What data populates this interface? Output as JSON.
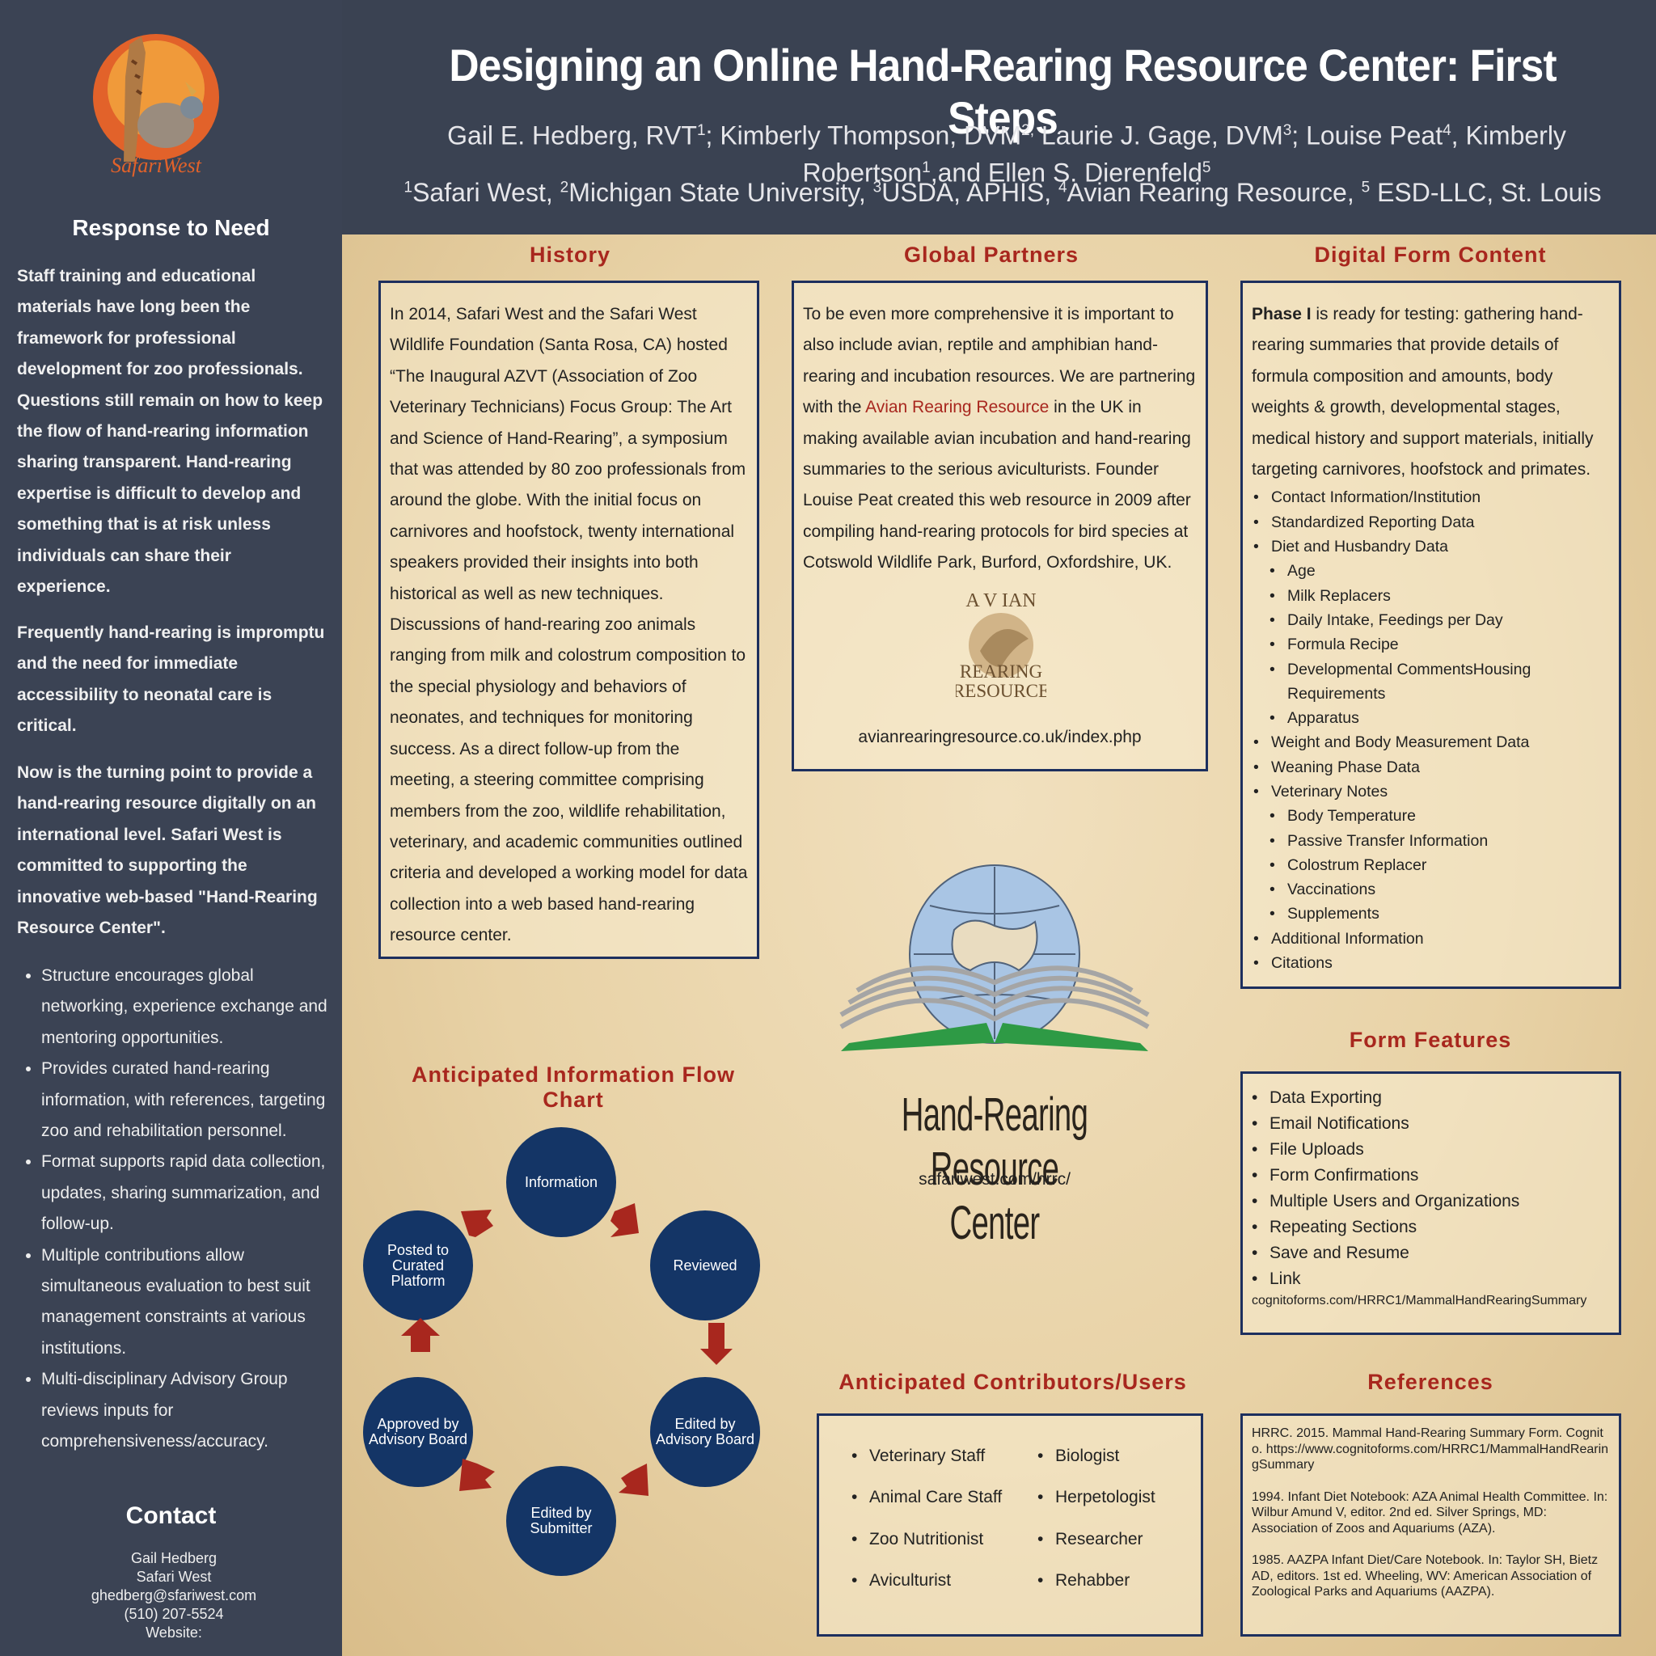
{
  "header": {
    "title": "Designing an Online Hand-Rearing Resource Center: First Steps",
    "authors_line1_a": "Gail E. Hedberg, RVT",
    "authors_line1_b": "; Kimberly Thompson, DVM",
    "authors_line1_c": " Laurie J. Gage, DVM",
    "authors_line1_d": "; Louise Peat",
    "authors_line1_e": ", Kimberly",
    "authors_line2_a": "Robertson",
    "authors_line2_b": ",and Ellen S. Dierenfeld",
    "sup": [
      "1",
      "2,",
      "3",
      "4",
      "1",
      "5"
    ],
    "affiliations": [
      {
        "num": "1",
        "text": "Safari West,  "
      },
      {
        "num": "2",
        "text": "Michigan State University, "
      },
      {
        "num": "3",
        "text": "USDA, APHIS, "
      },
      {
        "num": "4",
        "text": "Avian Rearing Resource, "
      },
      {
        "num": "5",
        "text": " ESD-LLC, St. Louis"
      }
    ]
  },
  "logo": {
    "text": "SafariWest"
  },
  "sidebar": {
    "heading": "Response to Need",
    "paragraphs": [
      "Staff training and educational materials have long been the framework for professional development for zoo professionals. Questions still remain on how to keep the flow of hand-rearing information sharing transparent. Hand-rearing expertise is difficult to develop and something that is at risk unless individuals can share their experience.",
      "Frequently hand-rearing is impromptu and the need for immediate accessibility to neonatal care is critical.",
      "Now is the turning point to provide a hand-rearing resource digitally on an international level.  Safari West is committed to supporting the innovative web-based \"Hand-Rearing Resource Center\"."
    ],
    "bullets": [
      "Structure encourages global networking, experience exchange and mentoring opportunities.",
      "Provides curated hand-rearing information, with references, targeting zoo and rehabilitation personnel.",
      "Format supports rapid data collection, updates, sharing summarization, and follow-up.",
      "Multiple contributions allow simultaneous evaluation to best suit management constraints at various institutions.",
      "Multi-disciplinary Advisory Group reviews inputs for comprehensiveness/accuracy."
    ],
    "contact_heading": "Contact",
    "contact_lines": [
      "Gail Hedberg",
      "Safari West",
      "ghedberg@sfariwest.com",
      "(510) 207-5524",
      "Website:"
    ]
  },
  "history": {
    "heading": "History",
    "text": "In 2014, Safari West and the Safari West Wildlife Foundation (Santa Rosa, CA) hosted “The Inaugural AZVT (Association of Zoo Veterinary Technicians) Focus Group: The Art and Science of Hand-Rearing”,  a symposium that was attended by 80 zoo professionals from around the globe. With the initial focus on carnivores and hoofstock, twenty international speakers provided their insights into both historical as well as new techniques.  Discussions  of hand-rearing zoo animals ranging from milk and colostrum composition to the special physiology and behaviors of neonates, and techniques for monitoring success.  As a direct follow-up from the meeting, a steering committee comprising members from the zoo, wildlife rehabilitation, veterinary, and academic communities outlined criteria and developed a working model for data collection into a web based hand-rearing resource center."
  },
  "partners": {
    "heading": "Global  Partners",
    "text_a": "To be even more comprehensive it is important to also include avian, reptile and amphibian hand-rearing and incubation resources.  We are partnering with the ",
    "link": "Avian Rearing Resource",
    "text_b": " in the UK in making available avian incubation and hand-rearing summaries to the serious aviculturists.  Founder Louise Peat  created this web resource in 2009 after compiling hand-rearing protocols for bird species at Cotswold Wildlife Park, Burford, Oxfordshire, UK.",
    "logo_top": "A V IAN",
    "logo_mid": "REARING",
    "logo_bot": "RESOURCE",
    "url": "avianrearingresource.co.uk/index.php"
  },
  "digital": {
    "heading": "Digital Form Content",
    "lead_bold": "Phase I",
    "lead": " is ready for testing: gathering hand-rearing summaries that provide details of formula composition and amounts, body weights & growth, developmental stages, medical history and support materials, initially targeting carnivores, hoofstock and primates.",
    "items": [
      {
        "t": "Contact Information/Institution",
        "sub": false
      },
      {
        "t": "Standardized Reporting Data",
        "sub": false
      },
      {
        "t": "Diet and Husbandry Data",
        "sub": false
      },
      {
        "t": "Age",
        "sub": true
      },
      {
        "t": "Milk Replacers",
        "sub": true
      },
      {
        "t": "Daily Intake, Feedings per Day",
        "sub": true
      },
      {
        "t": "Formula Recipe",
        "sub": true
      },
      {
        "t": "Developmental CommentsHousing Requirements",
        "sub": true
      },
      {
        "t": "Apparatus",
        "sub": true
      },
      {
        "t": "Weight and Body Measurement Data",
        "sub": false
      },
      {
        "t": "Weaning Phase Data",
        "sub": false
      },
      {
        "t": "Veterinary Notes",
        "sub": false
      },
      {
        "t": "Body Temperature",
        "sub": true
      },
      {
        "t": "Passive Transfer Information",
        "sub": true
      },
      {
        "t": "Colostrum Replacer",
        "sub": true
      },
      {
        "t": "Vaccinations",
        "sub": true
      },
      {
        "t": "Supplements",
        "sub": true
      },
      {
        "t": "Additional Information",
        "sub": false
      },
      {
        "t": "Citations",
        "sub": false
      }
    ]
  },
  "flow": {
    "heading": "Anticipated Information Flow Chart",
    "nodes": [
      "Information",
      "Reviewed",
      "Edited by Advisory Board",
      "Edited by Submitter",
      "Approved by Advisory Board",
      "Posted to Curated Platform"
    ]
  },
  "hrrc": {
    "title": "Hand-Rearing Resource Center",
    "url": "safariwest.com/hrrc/"
  },
  "features": {
    "heading": "Form Features",
    "items": [
      "Data Exporting",
      "Email Notifications",
      "File Uploads",
      "Form Confirmations",
      "Multiple Users and Organizations",
      "Repeating Sections",
      "Save and Resume",
      "Link"
    ],
    "link_url": "cognitoforms.com/HRRC1/MammalHandRearingSummary"
  },
  "contributors": {
    "heading": "Anticipated Contributors/Users",
    "col1": [
      "Veterinary Staff",
      "Animal Care Staff",
      "Zoo Nutritionist",
      "Aviculturist"
    ],
    "col2": [
      "Biologist",
      "Herpetologist",
      "Researcher",
      "Rehabber"
    ]
  },
  "references": {
    "heading": "References",
    "items": [
      "HRRC. 2015. Mammal Hand-Rearing Summary Form. Cognito. https://www.cognitoforms.com/HRRC1/MammalHandRearingSummary",
      "1994. Infant Diet Notebook: AZA Animal Health Committee. In: Wilbur Amund V, editor. 2nd ed. Silver Springs, MD: Association of Zoos and Aquariums (AZA).",
      "1985. AAZPA Infant Diet/Care Notebook. In: Taylor SH, Bietz AD, editors. 1st ed. Wheeling, WV: American Association of Zoological Parks and Aquariums (AAZPA)."
    ]
  },
  "colors": {
    "title_red": "#a8271e",
    "navy": "#143566",
    "sidebar": "#3b4354",
    "parchment": "#eddab4"
  }
}
